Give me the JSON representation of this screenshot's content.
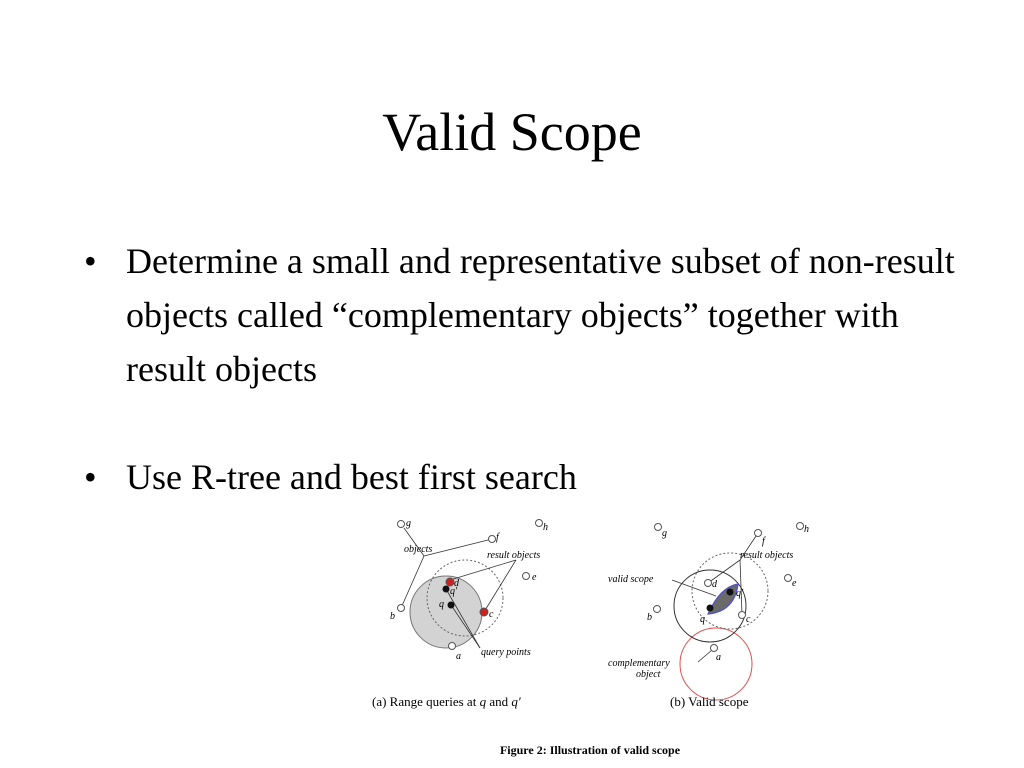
{
  "slide": {
    "title": "Valid Scope",
    "bullets": [
      "Determine a small and representative subset of non-result objects called “complementary objects” together with result objects",
      "Use R-tree and best first search"
    ],
    "bullet_symbol": "•"
  },
  "figure": {
    "caption": "Figure 2: Illustration of valid scope",
    "panel_a": {
      "caption_prefix": "(a) Range queries at",
      "caption_q": "q",
      "caption_and": "and",
      "caption_q2": "q′",
      "labels": {
        "objects": "objects",
        "result_objects": "result objects",
        "query_points": "query points",
        "g": "g",
        "h": "h",
        "f": "f",
        "d": "d",
        "q": "q",
        "q2": "q′",
        "c": "c",
        "e": "e",
        "b": "b",
        "a": "a"
      }
    },
    "panel_b": {
      "caption": "(b) Valid scope",
      "labels": {
        "valid_scope": "valid scope",
        "result_objects": "result objects",
        "complementary": "complementary",
        "object": "object",
        "g": "g",
        "h": "h",
        "f": "f",
        "d": "d",
        "q": "q",
        "q2": "q′",
        "c": "c",
        "e": "e",
        "b": "b",
        "a": "a"
      }
    },
    "colors": {
      "range_fill": "#d3d3d3",
      "result_point": "#cc2222",
      "valid_scope_fill": "#6a6a6a",
      "valid_scope_edge": "#5050cc",
      "complementary_circle": "#e05050"
    }
  }
}
